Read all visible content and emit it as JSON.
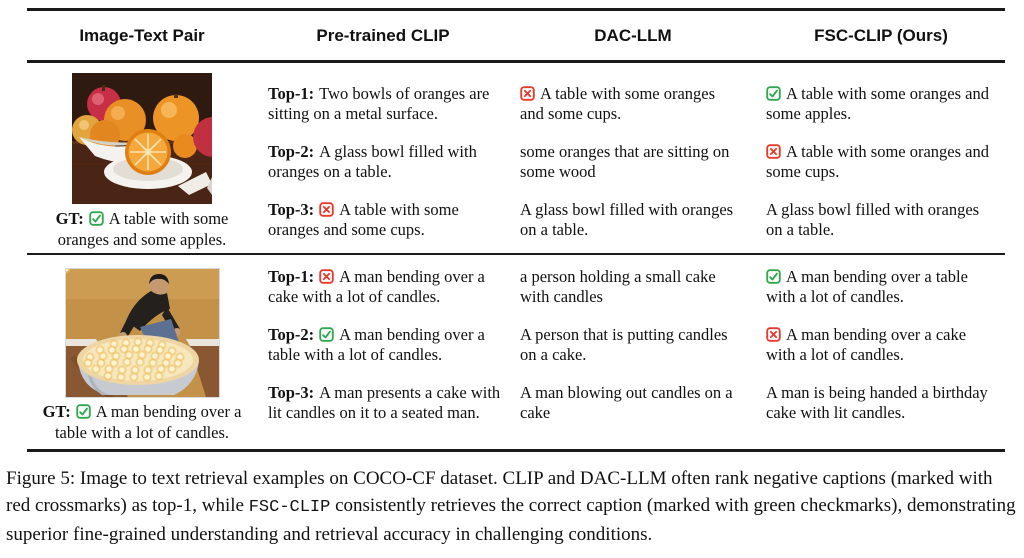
{
  "colors": {
    "check_green": "#2fa84f",
    "cross_red": "#e8392c"
  },
  "table": {
    "headers": [
      "Image-Text Pair",
      "Pre-trained CLIP",
      "DAC-LLM",
      "FSC-CLIP (Ours)"
    ],
    "rows": [
      {
        "image": "bowl-of-oranges-and-apples-on-wooden-table-with-halved-orange-on-plate",
        "gt": {
          "label": "GT:",
          "mark": "check",
          "text": "A table with some oranges and some apples."
        },
        "cells": [
          {
            "items": [
              {
                "label": "Top-1:",
                "mark": null,
                "text": "Two bowls of oranges are sitting on a metal surface."
              },
              {
                "label": "Top-2:",
                "mark": null,
                "text": "A glass bowl filled with oranges on a table."
              },
              {
                "label": "Top-3:",
                "mark": "cross",
                "text": "A table with some oranges and some cups."
              }
            ]
          },
          {
            "items": [
              {
                "label": null,
                "mark": "cross",
                "text": "A table with some oranges and some cups."
              },
              {
                "label": null,
                "mark": null,
                "text": "some oranges that are sitting on some wood"
              },
              {
                "label": null,
                "mark": null,
                "text": "A glass bowl filled with oranges on a table."
              }
            ]
          },
          {
            "items": [
              {
                "label": null,
                "mark": "check",
                "text": "A table with some oranges and some apples."
              },
              {
                "label": null,
                "mark": "cross",
                "text": "A table with some oranges and some cups."
              },
              {
                "label": null,
                "mark": null,
                "text": "A glass bowl filled with oranges on a table."
              }
            ]
          }
        ]
      },
      {
        "image": "man-kneeling-over-round-table-covered-with-lit-candles",
        "gt": {
          "label": "GT:",
          "mark": "check",
          "text": "A man bending over a table with a lot of candles."
        },
        "cells": [
          {
            "items": [
              {
                "label": "Top-1:",
                "mark": "cross",
                "text": "A man bending over a cake with a lot of candles."
              },
              {
                "label": "Top-2:",
                "mark": "check",
                "text": "A man bending over a table with a lot of candles."
              },
              {
                "label": "Top-3:",
                "mark": null,
                "text": "A man presents a cake with lit candles on it to a seated man."
              }
            ]
          },
          {
            "items": [
              {
                "label": null,
                "mark": null,
                "text": "a person holding a small cake with candles"
              },
              {
                "label": null,
                "mark": null,
                "text": "A person that is putting candles on a cake."
              },
              {
                "label": null,
                "mark": null,
                "text": "A man blowing out candles on a cake"
              }
            ]
          },
          {
            "items": [
              {
                "label": null,
                "mark": "check",
                "text": "A man bending over a table with a lot of candles."
              },
              {
                "label": null,
                "mark": "cross",
                "text": "A man bending over a cake with a lot of candles."
              },
              {
                "label": null,
                "mark": null,
                "text": "A man is being handed a birthday cake with lit candles."
              }
            ]
          }
        ]
      }
    ]
  },
  "caption": {
    "part1": "Figure 5: Image to text retrieval examples on COCO-CF dataset. CLIP and DAC-LLM often rank negative captions (marked with red crossmarks) as top-1, while ",
    "code": "FSC-CLIP",
    "part2": " consistently retrieves the correct caption (marked with green checkmarks), demonstrating superior fine-grained understanding and retrieval accuracy in challenging conditions."
  }
}
